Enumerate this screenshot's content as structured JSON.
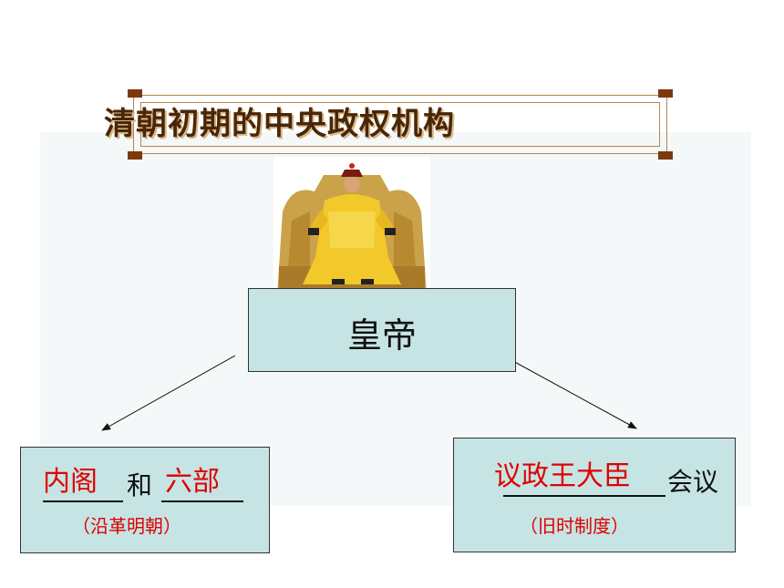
{
  "title": "清朝初期的中央政权机构",
  "emperor_label": "皇帝",
  "left_node": {
    "answer1": "内阁",
    "connector": "和",
    "answer2": "六部",
    "note": "（沿革明朝）"
  },
  "right_node": {
    "answer": "议政王大臣",
    "suffix": "会议",
    "note": "（旧时制度）"
  },
  "colors": {
    "box_fill": "#c6e4e4",
    "answer_red": "#e00000",
    "title_brown": "#4a2608",
    "frame_brown": "#7a3a0c"
  }
}
